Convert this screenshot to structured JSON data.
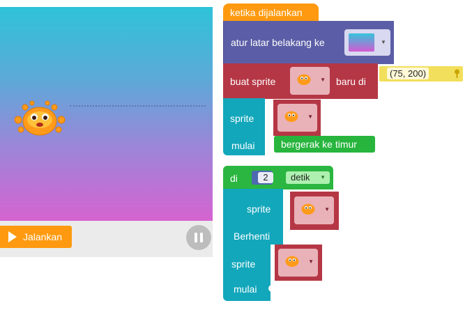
{
  "stage": {
    "run_label": "Jalankan",
    "sprite_name": "crab-sprite"
  },
  "blocks": {
    "hat_label": "ketika dijalankan",
    "set_background_label": "atur latar belakang ke",
    "make_sprite_label": "buat sprite",
    "new_at_label": "baru di",
    "position_value": "(75, 200)",
    "sprite_label": "sprite",
    "start_label": "mulai",
    "move_east_label": "bergerak ke timur",
    "at_label": "di",
    "seconds_value": "2",
    "seconds_unit": "detik",
    "sprite_label_2": "sprite",
    "stop_label": "Berhenti",
    "sprite_label_3": "sprite",
    "start_label_2": "mulai"
  },
  "colors": {
    "hat": "#ff9a10",
    "background_block": "#5b5ea6",
    "sprite_block": "#b53745",
    "action_block": "#13a7bb",
    "green_block": "#28b53e",
    "position_block": "#f2df5c"
  }
}
